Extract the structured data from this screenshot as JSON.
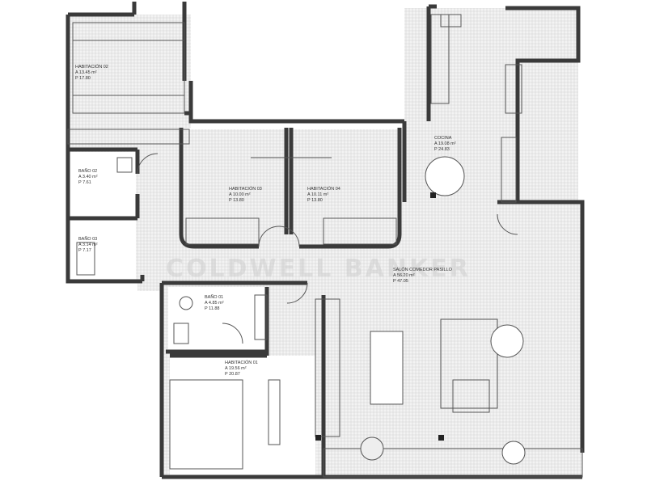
{
  "rooms": {
    "hab02": {
      "name": "HABITACIÓN 02",
      "area": "A 13.45 m²",
      "perimeter": "P 17.80"
    },
    "bano02": {
      "name": "BAÑO 02",
      "area": "A 3.40 m²",
      "perimeter": "P 7.61"
    },
    "bano03": {
      "name": "BAÑO 03",
      "area": "A 3.14 m²",
      "perimeter": "P 7.17"
    },
    "hab03": {
      "name": "HABITACIÓN 03",
      "area": "A 10.00 m²",
      "perimeter": "P 13.80"
    },
    "hab04": {
      "name": "HABITACIÓN 04",
      "area": "A 10.11 m²",
      "perimeter": "P 13.80"
    },
    "cocina": {
      "name": "COCINA",
      "area": "A 19.08 m²",
      "perimeter": "P 24.83"
    },
    "salon": {
      "name": "SALÓN COMEDOR PASILLO",
      "area": "A 56.20 m²",
      "perimeter": "P 47.05"
    },
    "bano01": {
      "name": "BAÑO 01",
      "area": "A 4.85 m²",
      "perimeter": "P 11.88"
    },
    "hab01": {
      "name": "HABITACIÓN 01",
      "area": "A 19.56 m²",
      "perimeter": "P 20.87"
    }
  },
  "watermark": "COLDWELL BANKER",
  "colors": {
    "wall": "#3a3a3a",
    "floor_hatch": "#d4d4d4",
    "furniture": "#555555"
  }
}
